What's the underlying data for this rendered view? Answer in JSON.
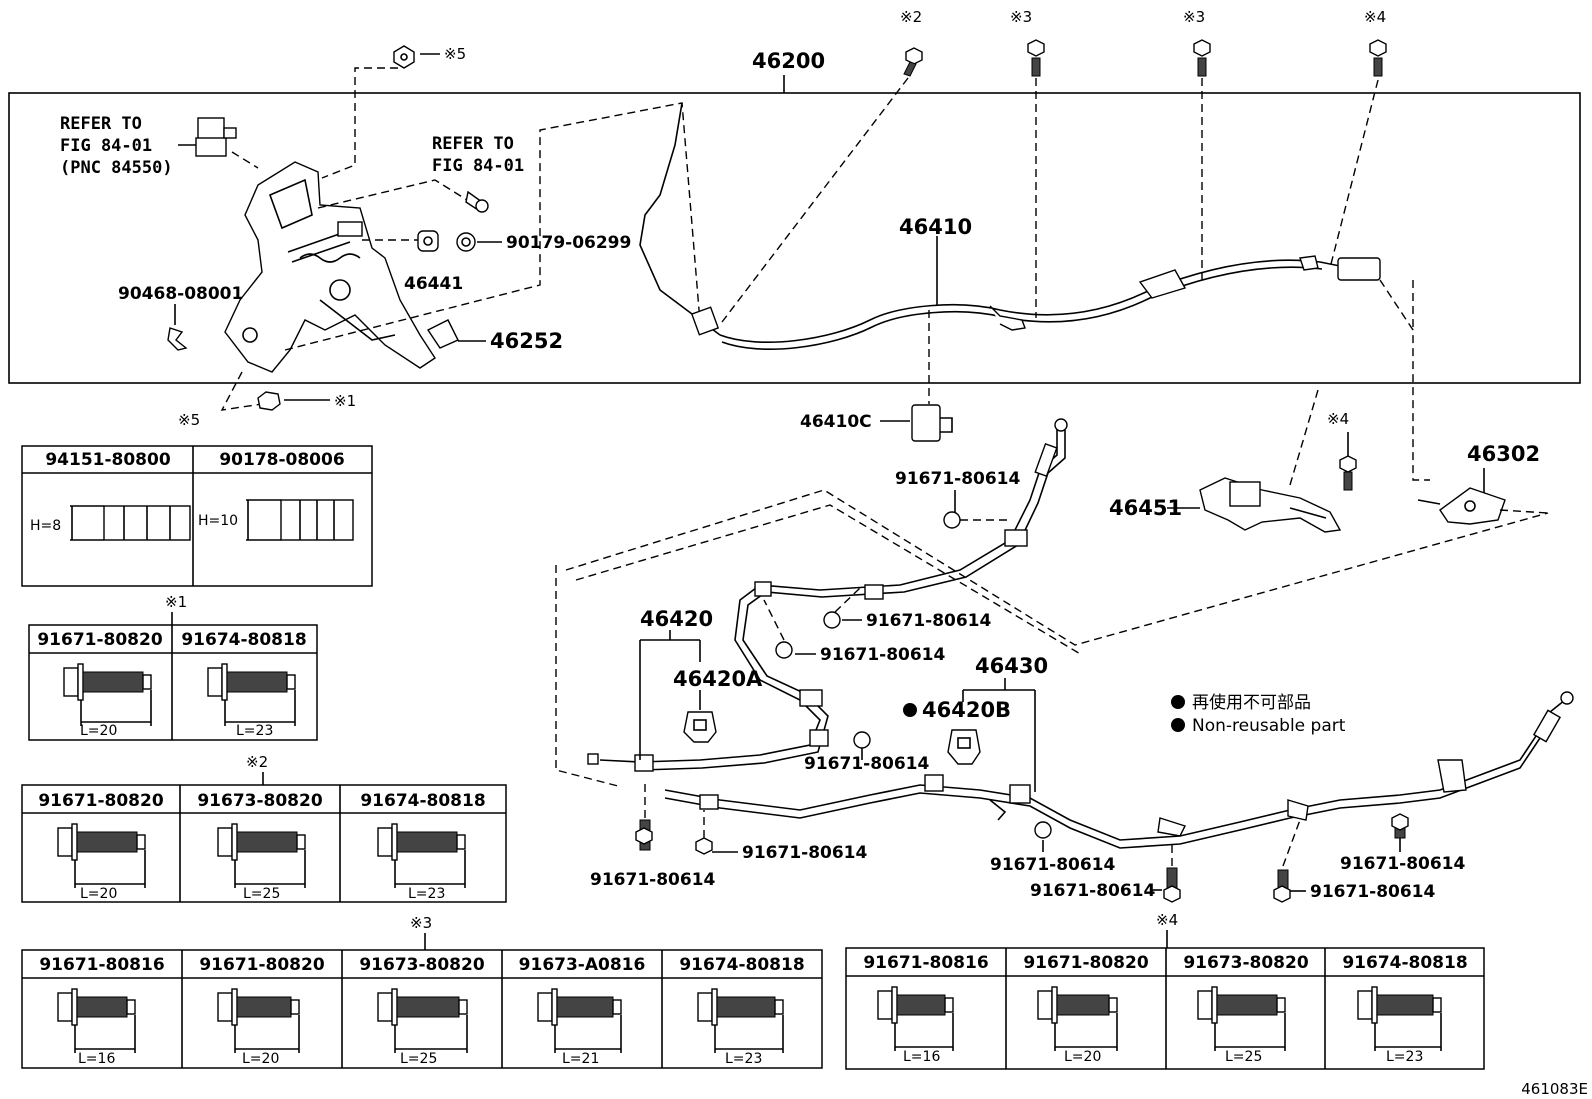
{
  "header": {
    "main_assembly": "46200",
    "refer_left": [
      "REFER TO",
      "FIG 84-01",
      "(PNC 84550)"
    ],
    "refer_mid": [
      "REFER TO",
      "FIG 84-01"
    ]
  },
  "callouts": {
    "c46410": "46410",
    "c46410C": "46410C",
    "c46441": "46441",
    "c46252": "46252",
    "c90179": "90179-06299",
    "c90468": "90468-08001",
    "c46302": "46302",
    "c46451": "46451",
    "c46420": "46420",
    "c46420A": "46420A",
    "c46420B": "46420B",
    "c46430": "46430",
    "b1": "91671-80614",
    "b2": "91671-80614",
    "b3": "91671-80614",
    "b4": "91671-80614",
    "b5": "91671-80614",
    "b6": "91671-80614",
    "b7": "91671-80614",
    "b8": "91671-80614",
    "b9": "91671-80614",
    "b10": "91671-80614"
  },
  "marks": {
    "m2_top": "※2",
    "m3_top_a": "※3",
    "m3_top_b": "※3",
    "m4_top": "※4",
    "m5_top": "※5",
    "m1_left": "※1",
    "m4_mid": "※4",
    "g5": "※5",
    "g1": "※1",
    "g2": "※2",
    "g3": "※3",
    "g4": "※4"
  },
  "legend": {
    "line1": "再使用不可部品",
    "line2": "Non-reusable part"
  },
  "figure_id": "461083E",
  "tables": {
    "t5": {
      "parts": [
        "94151-80800",
        "90178-08006"
      ],
      "dims": [
        "H=8",
        "H=10"
      ]
    },
    "t1": {
      "parts": [
        "91671-80820",
        "91674-80818"
      ],
      "dims": [
        "L=20",
        "L=23"
      ]
    },
    "t2": {
      "parts": [
        "91671-80820",
        "91673-80820",
        "91674-80818"
      ],
      "dims": [
        "L=20",
        "L=25",
        "L=23"
      ]
    },
    "t3": {
      "parts": [
        "91671-80816",
        "91671-80820",
        "91673-80820",
        "91673-A0816",
        "91674-80818"
      ],
      "dims": [
        "L=16",
        "L=20",
        "L=25",
        "L=21",
        "L=23"
      ]
    },
    "t4": {
      "parts": [
        "91671-80816",
        "91671-80820",
        "91673-80820",
        "91674-80818"
      ],
      "dims": [
        "L=16",
        "L=20",
        "L=25",
        "L=23"
      ]
    }
  }
}
